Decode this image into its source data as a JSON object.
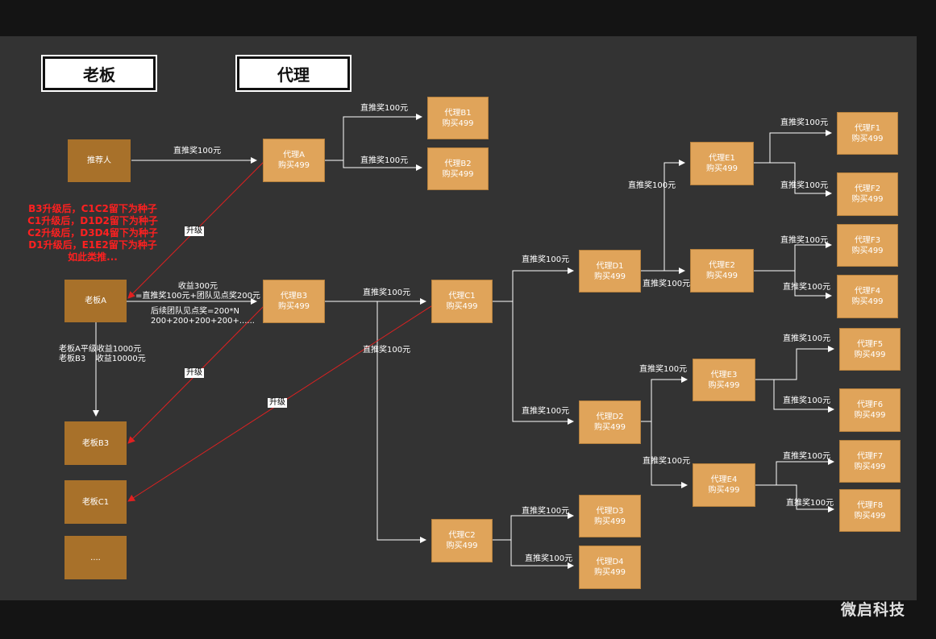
{
  "headers": {
    "boss": "老板",
    "agent": "代理"
  },
  "nodes": {
    "referrer": "推荐人",
    "bossA": "老板A",
    "bossB3": "老板B3",
    "bossC1": "老板C1",
    "bossMore": "....",
    "agentA": [
      "代理A",
      "购买499"
    ],
    "agentB1": [
      "代理B1",
      "购买499"
    ],
    "agentB2": [
      "代理B2",
      "购买499"
    ],
    "agentB3": [
      "代理B3",
      "购买499"
    ],
    "agentC1": [
      "代理C1",
      "购买499"
    ],
    "agentC2": [
      "代理C2",
      "购买499"
    ],
    "agentD1": [
      "代理D1",
      "购买499"
    ],
    "agentD2": [
      "代理D2",
      "购买499"
    ],
    "agentD3": [
      "代理D3",
      "购买499"
    ],
    "agentD4": [
      "代理D4",
      "购买499"
    ],
    "agentE1": [
      "代理E1",
      "购买499"
    ],
    "agentE2": [
      "代理E2",
      "购买499"
    ],
    "agentE3": [
      "代理E3",
      "购买499"
    ],
    "agentE4": [
      "代理E4",
      "购买499"
    ],
    "agentF1": [
      "代理F1",
      "购买499"
    ],
    "agentF2": [
      "代理F2",
      "购买499"
    ],
    "agentF3": [
      "代理F3",
      "购买499"
    ],
    "agentF4": [
      "代理F4",
      "购买499"
    ],
    "agentF5": [
      "代理F5",
      "购买499"
    ],
    "agentF6": [
      "代理F6",
      "购买499"
    ],
    "agentF7": [
      "代理F7",
      "购买499"
    ],
    "agentF8": [
      "代理F8",
      "购买499"
    ]
  },
  "edge_label": "直推奖100元",
  "upgrade_label": "升级",
  "income_label": "收益300元\n=直推奖100元+团队见点奖200元",
  "team_bonus_label": "后续团队见点奖=200*N\n200+200+200+200+......",
  "boss_income_label": "老板A平级收益1000元\n老板B3    收益10000元",
  "notes": [
    "B3升级后，C1C2留下为种子",
    "C1升级后，D1D2留下为种子",
    "C2升级后，D3D4留下为种子",
    "D1升级后，E1E2留下为种子",
    "如此类推..."
  ],
  "watermark": "微启科技",
  "colors": {
    "background": "#333333",
    "boss_node": "#a8712a",
    "agent_node": "#e0a45a",
    "upgrade_arrow": "#e02020",
    "note_text": "#ff2020"
  }
}
